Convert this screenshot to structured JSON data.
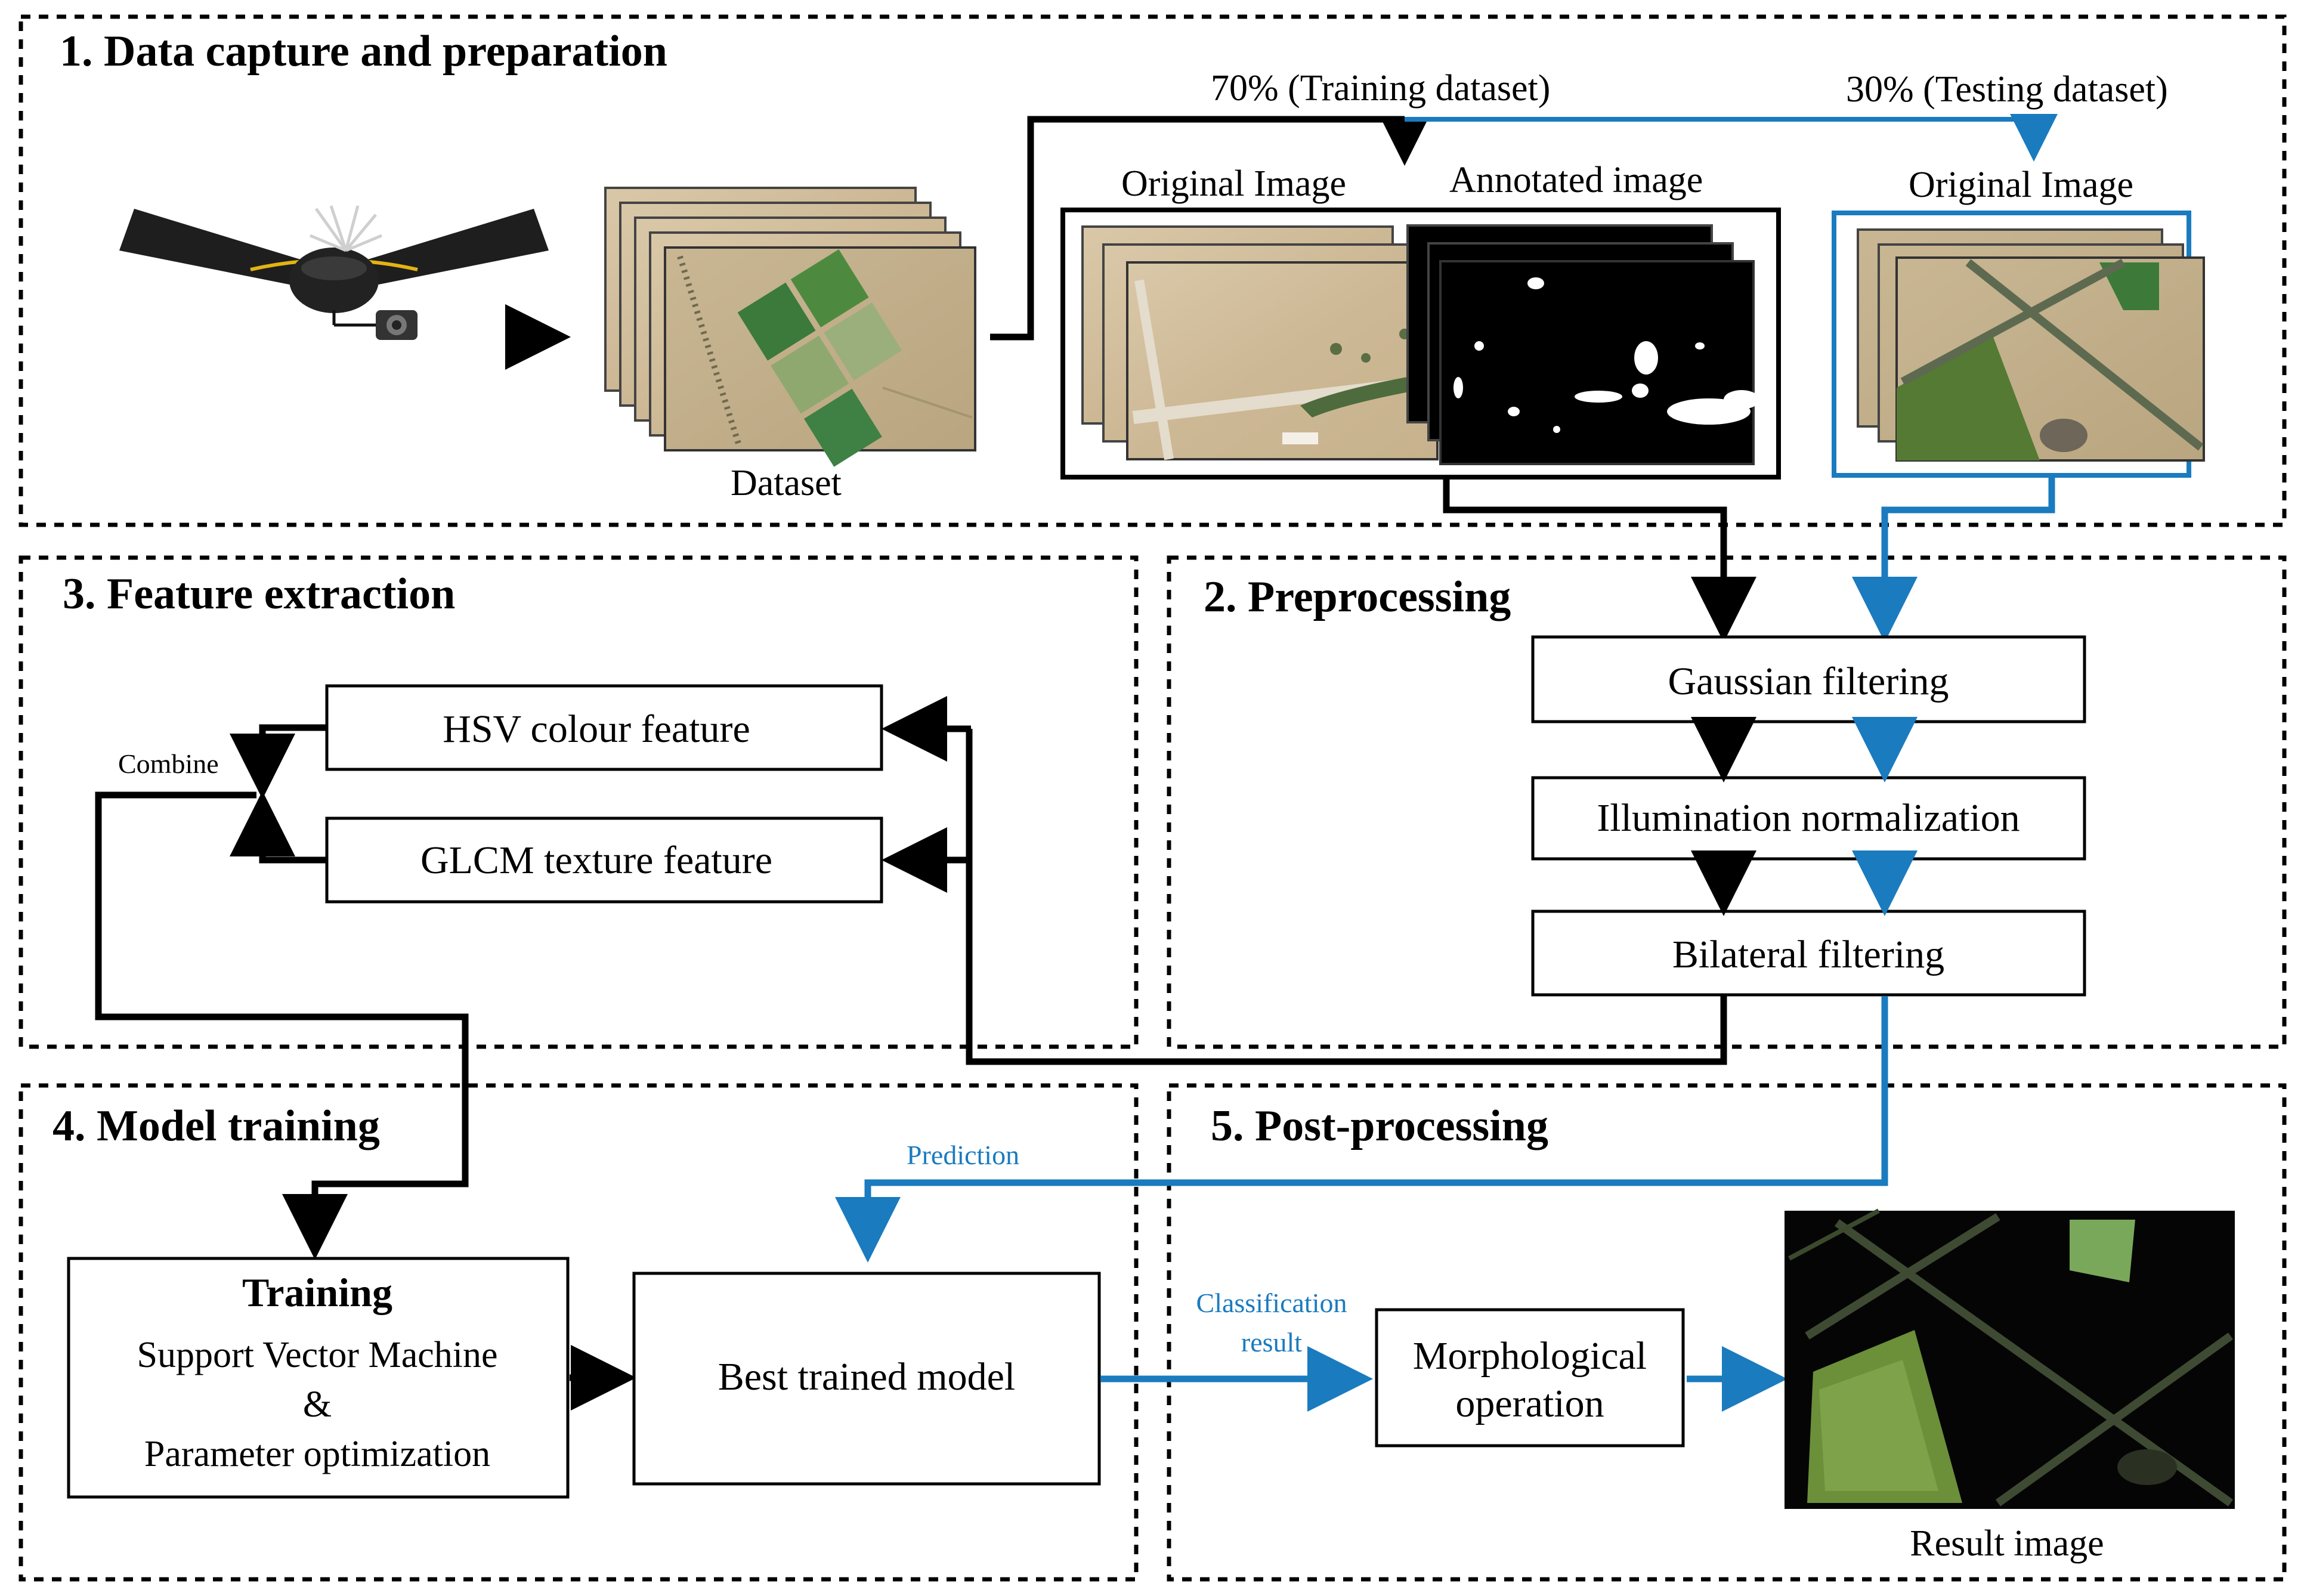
{
  "sections": {
    "s1": "1. Data capture and preparation",
    "s2": "2. Preprocessing",
    "s3": "3. Feature extraction",
    "s4": "4. Model training",
    "s5": "5. Post-processing"
  },
  "split": {
    "training": "70% (Training dataset)",
    "testing": "30% (Testing dataset)"
  },
  "images": {
    "dataset": "Dataset",
    "original_train": "Original Image",
    "annotated": "Annotated image",
    "original_test": "Original Image",
    "result": "Result image"
  },
  "preprocessing": {
    "gaussian": "Gaussian filtering",
    "illumination": "Illumination normalization",
    "bilateral": "Bilateral filtering"
  },
  "features": {
    "hsv": "HSV colour feature",
    "glcm": "GLCM texture feature",
    "combine": "Combine"
  },
  "training": {
    "title": "Training",
    "line1": "Support Vector Machine",
    "line2": "&",
    "line3": "Parameter optimization",
    "best": "Best trained model",
    "prediction": "Prediction"
  },
  "postprocessing": {
    "classification_line1": "Classification",
    "classification_line2": "result",
    "morph_line1": "Morphological",
    "morph_line2": "operation"
  },
  "colors": {
    "black_flow": "#000000",
    "blue_flow": "#1a7bbf"
  }
}
